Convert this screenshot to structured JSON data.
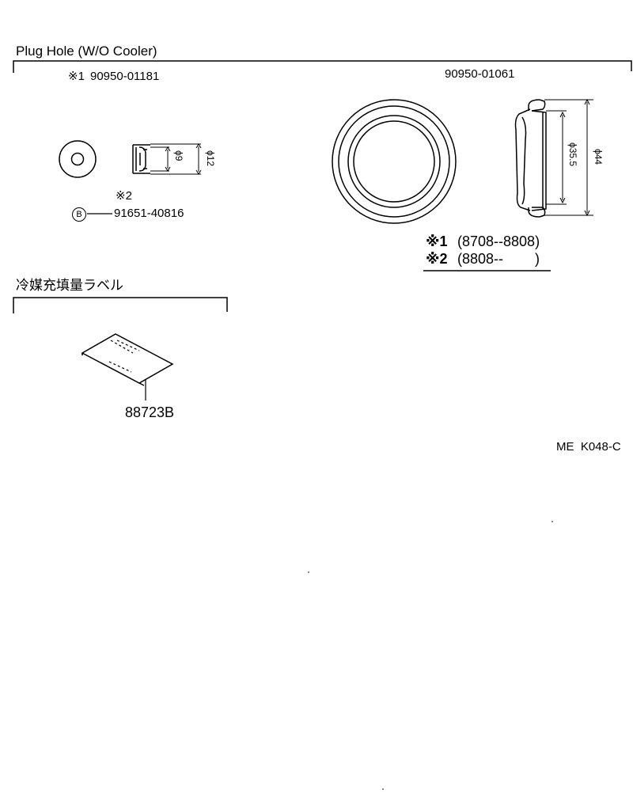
{
  "section1": {
    "title": "Plug Hole (W/O Cooler)",
    "mark1": "※1",
    "part_small_plug": "90950-01181",
    "part_large_plug": "90950-01061",
    "mark2": "※2",
    "bolt_circle": "B",
    "part_bolt": "91651-40816",
    "dimensions": {
      "small_inner": "ϕ9",
      "small_outer": "ϕ12",
      "large_inner": "ϕ35.5",
      "large_outer": "ϕ44"
    }
  },
  "legend": {
    "note1_mark": "※1",
    "note1_range": "(8708--8808)",
    "note2_mark": "※2",
    "note2_range": "(8808--        )"
  },
  "section2": {
    "title": "冷媒充填量ラベル",
    "part_label": "88723B"
  },
  "footer": {
    "code": "ME  K048-C"
  }
}
